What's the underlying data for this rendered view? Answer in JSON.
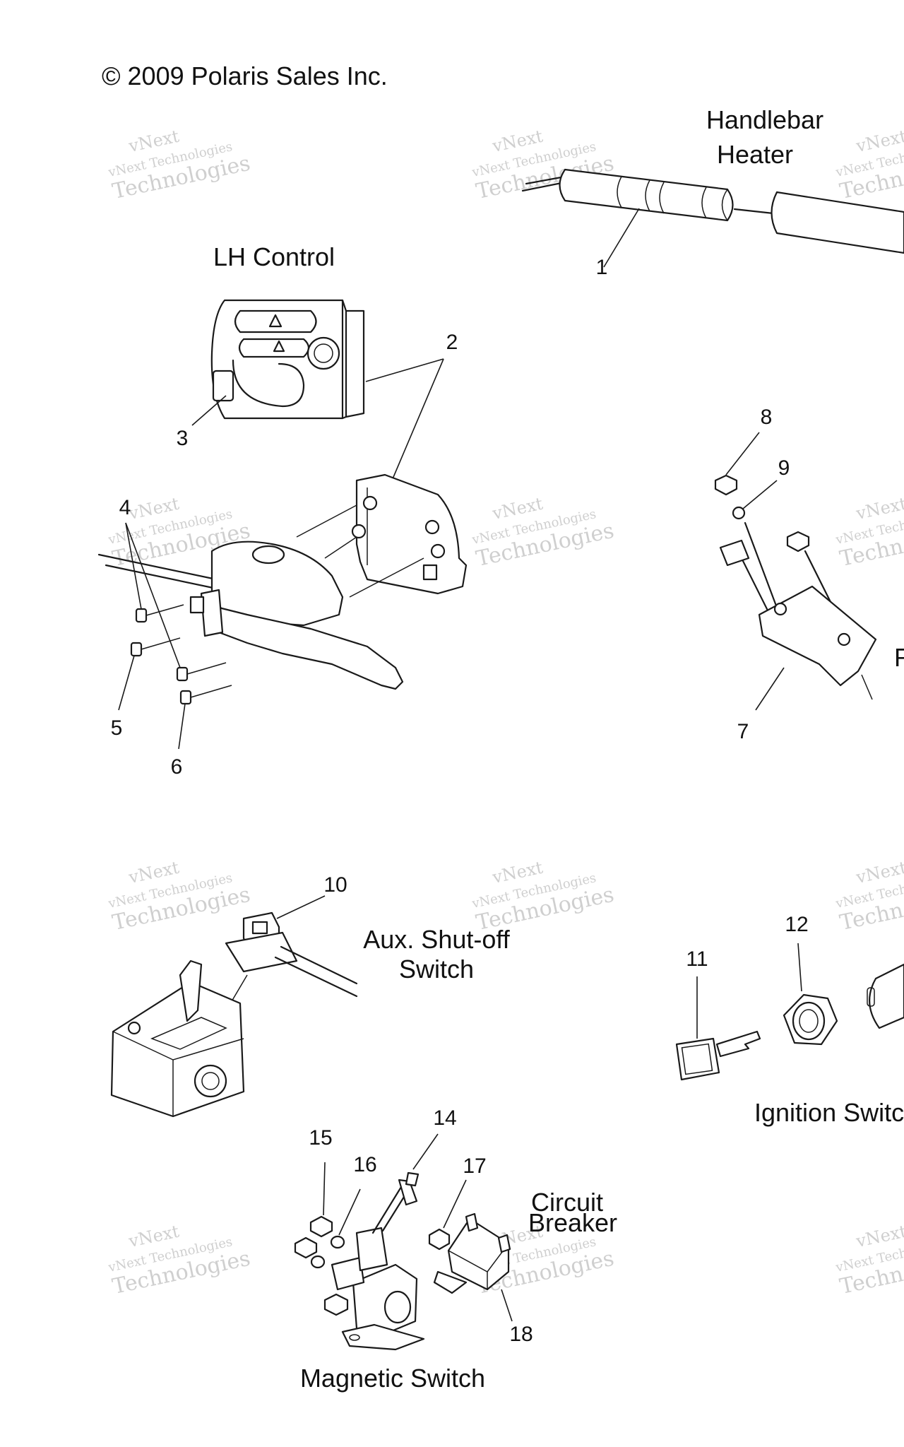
{
  "copyright": "© 2009 Polaris Sales Inc.",
  "section_titles": {
    "handlebar_heater_line1": "Handlebar",
    "handlebar_heater_line2": "Heater",
    "lh_control": "LH Control",
    "aux_shutoff_line1": "Aux. Shut-off",
    "aux_shutoff_line2": "Switch",
    "ignition_switch": "Ignition Switch",
    "circuit_breaker_line1": "Circuit",
    "circuit_breaker_line2": "Breaker",
    "magnetic_switch": "Magnetic Switch",
    "clipped_letter": "R"
  },
  "callouts": [
    "1",
    "2",
    "3",
    "4",
    "5",
    "6",
    "7",
    "8",
    "9",
    "10",
    "11",
    "12",
    "14",
    "15",
    "16",
    "17",
    "18"
  ],
  "watermark": {
    "line1": "vNext",
    "line2": "vNext Technologies",
    "line3": "Technologies",
    "color": "#cfcfcf"
  },
  "colors": {
    "line": "#1a1a1a",
    "background": "#ffffff"
  }
}
